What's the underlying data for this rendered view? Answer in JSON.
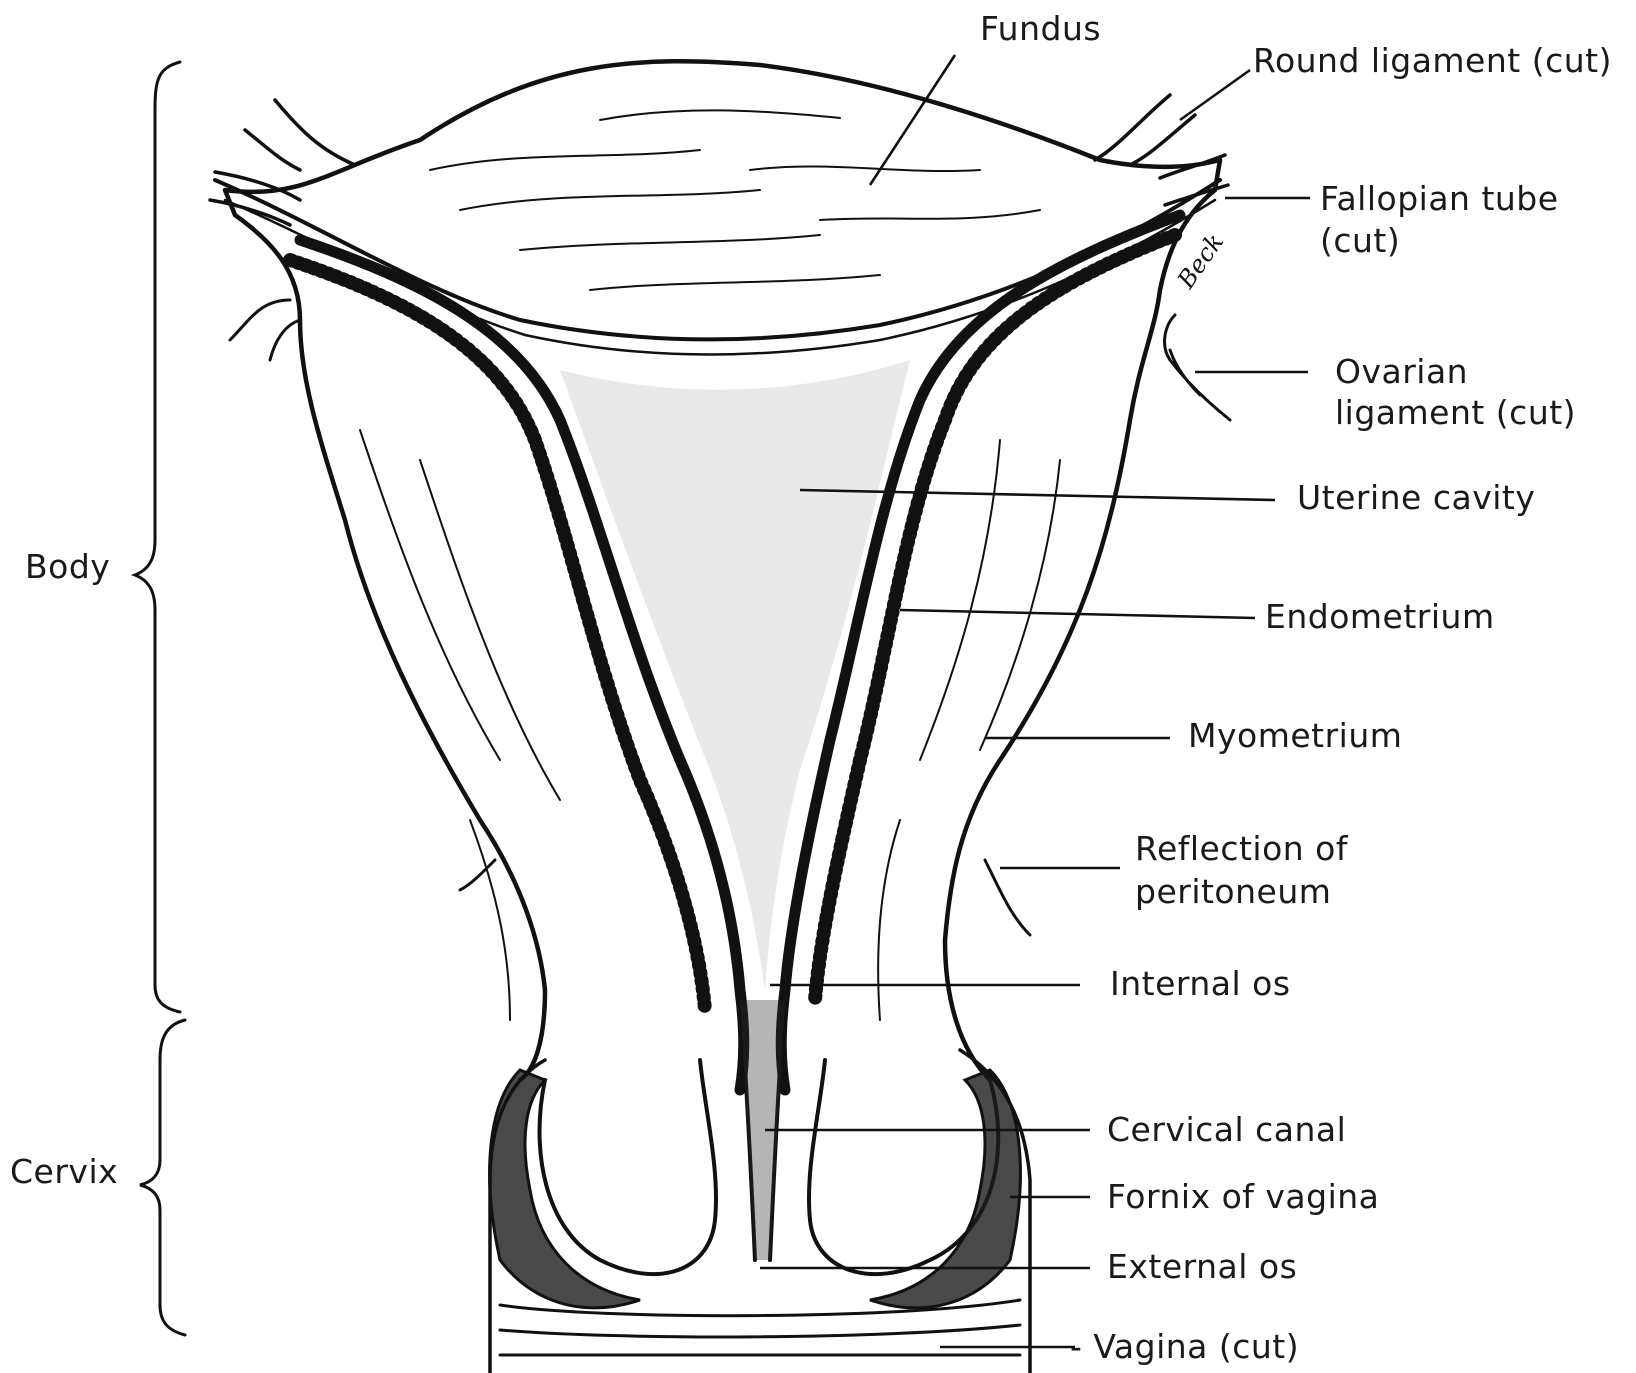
{
  "labels": {
    "fundus": "Fundus",
    "round_ligament": "Round ligament (cut)",
    "fallopian_tube_l1": "Fallopian tube",
    "fallopian_tube_l2": "(cut)",
    "ovarian_ligament_l1": "Ovarian",
    "ovarian_ligament_l2": "ligament (cut)",
    "uterine_cavity": "Uterine cavity",
    "endometrium": "Endometrium",
    "myometrium": "Myometrium",
    "reflection_l1": "Reflection of",
    "reflection_l2": "peritoneum",
    "internal_os": "Internal os",
    "cervical_canal": "Cervical canal",
    "fornix": "Fornix of vagina",
    "external_os": "External os",
    "vagina": "- Vagina (cut)",
    "body": "Body",
    "cervix": "Cervix",
    "signature": "Beck"
  }
}
